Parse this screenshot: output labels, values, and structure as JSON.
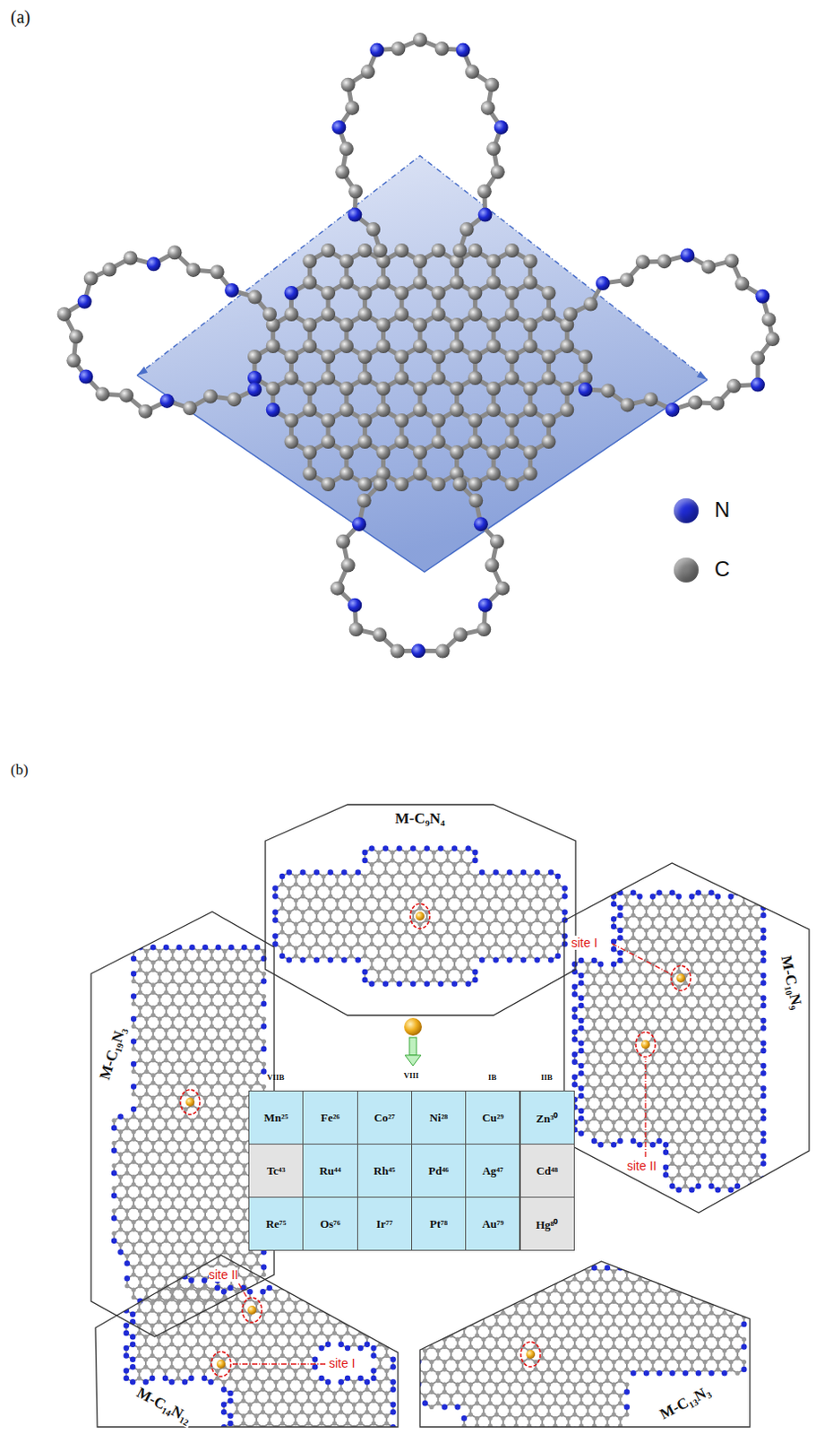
{
  "diagram": {
    "nodes": [
      {
        "text": [
          "M-C₉N₄"
        ]
      },
      {
        "text": [
          "M-C₁₉N₃"
        ]
      },
      {
        "text": [
          "M-C₁₀N₉"
        ]
      },
      {
        "text": [
          "M-C₁₄N₁₂"
        ]
      },
      {
        "text": [
          "M-C₁₃N₃"
        ]
      }
    ],
    "labels": [
      "(a)",
      "(b)",
      "VIIB",
      "VIII",
      "IB",
      "IIB",
      "Mn²⁵",
      "Fe²⁶",
      "Co²⁷",
      "Ni²⁸",
      "Cu²⁹",
      "Zn³⁰",
      "Tc⁴³",
      "Ru⁴⁴",
      "Rh⁴⁵",
      "Pd⁴⁶",
      "Ag⁴⁷",
      "Cd⁴⁸",
      "Re⁷⁵",
      "Os⁷⁶",
      "Ir⁷⁷",
      "Pt⁷⁸",
      "Au⁷⁹",
      "Hg⁸⁰",
      "site I",
      "site II",
      "site II",
      "site I"
    ],
    "legend": [
      {
        "text": "N",
        "color": "#1f2bd6"
      },
      {
        "text": "C",
        "color": "#808080"
      }
    ]
  }
}
